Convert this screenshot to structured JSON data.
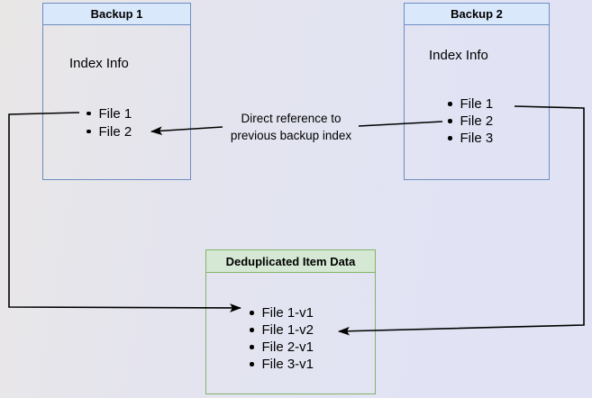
{
  "colors": {
    "blue_fill": "#dae8fc",
    "blue_border": "#6c8ebf",
    "green_fill": "#d5e8d4",
    "green_border": "#82b366",
    "arrow": "#000000",
    "bg_left": "#e9e7e6",
    "bg_right": "#e1e3f4"
  },
  "backup1": {
    "title": "Backup 1",
    "subtitle": "Index Info",
    "files": [
      "File 1",
      "File 2"
    ]
  },
  "backup2": {
    "title": "Backup 2",
    "subtitle": "Index Info",
    "files": [
      "File 1",
      "File 2",
      "File 3"
    ]
  },
  "dedup": {
    "title": "Deduplicated Item Data",
    "files": [
      "File 1-v1",
      "File 1-v2",
      "File 2-v1",
      "File 3-v1"
    ]
  },
  "annotation": {
    "line1": "Direct reference to",
    "line2": "previous backup index"
  }
}
